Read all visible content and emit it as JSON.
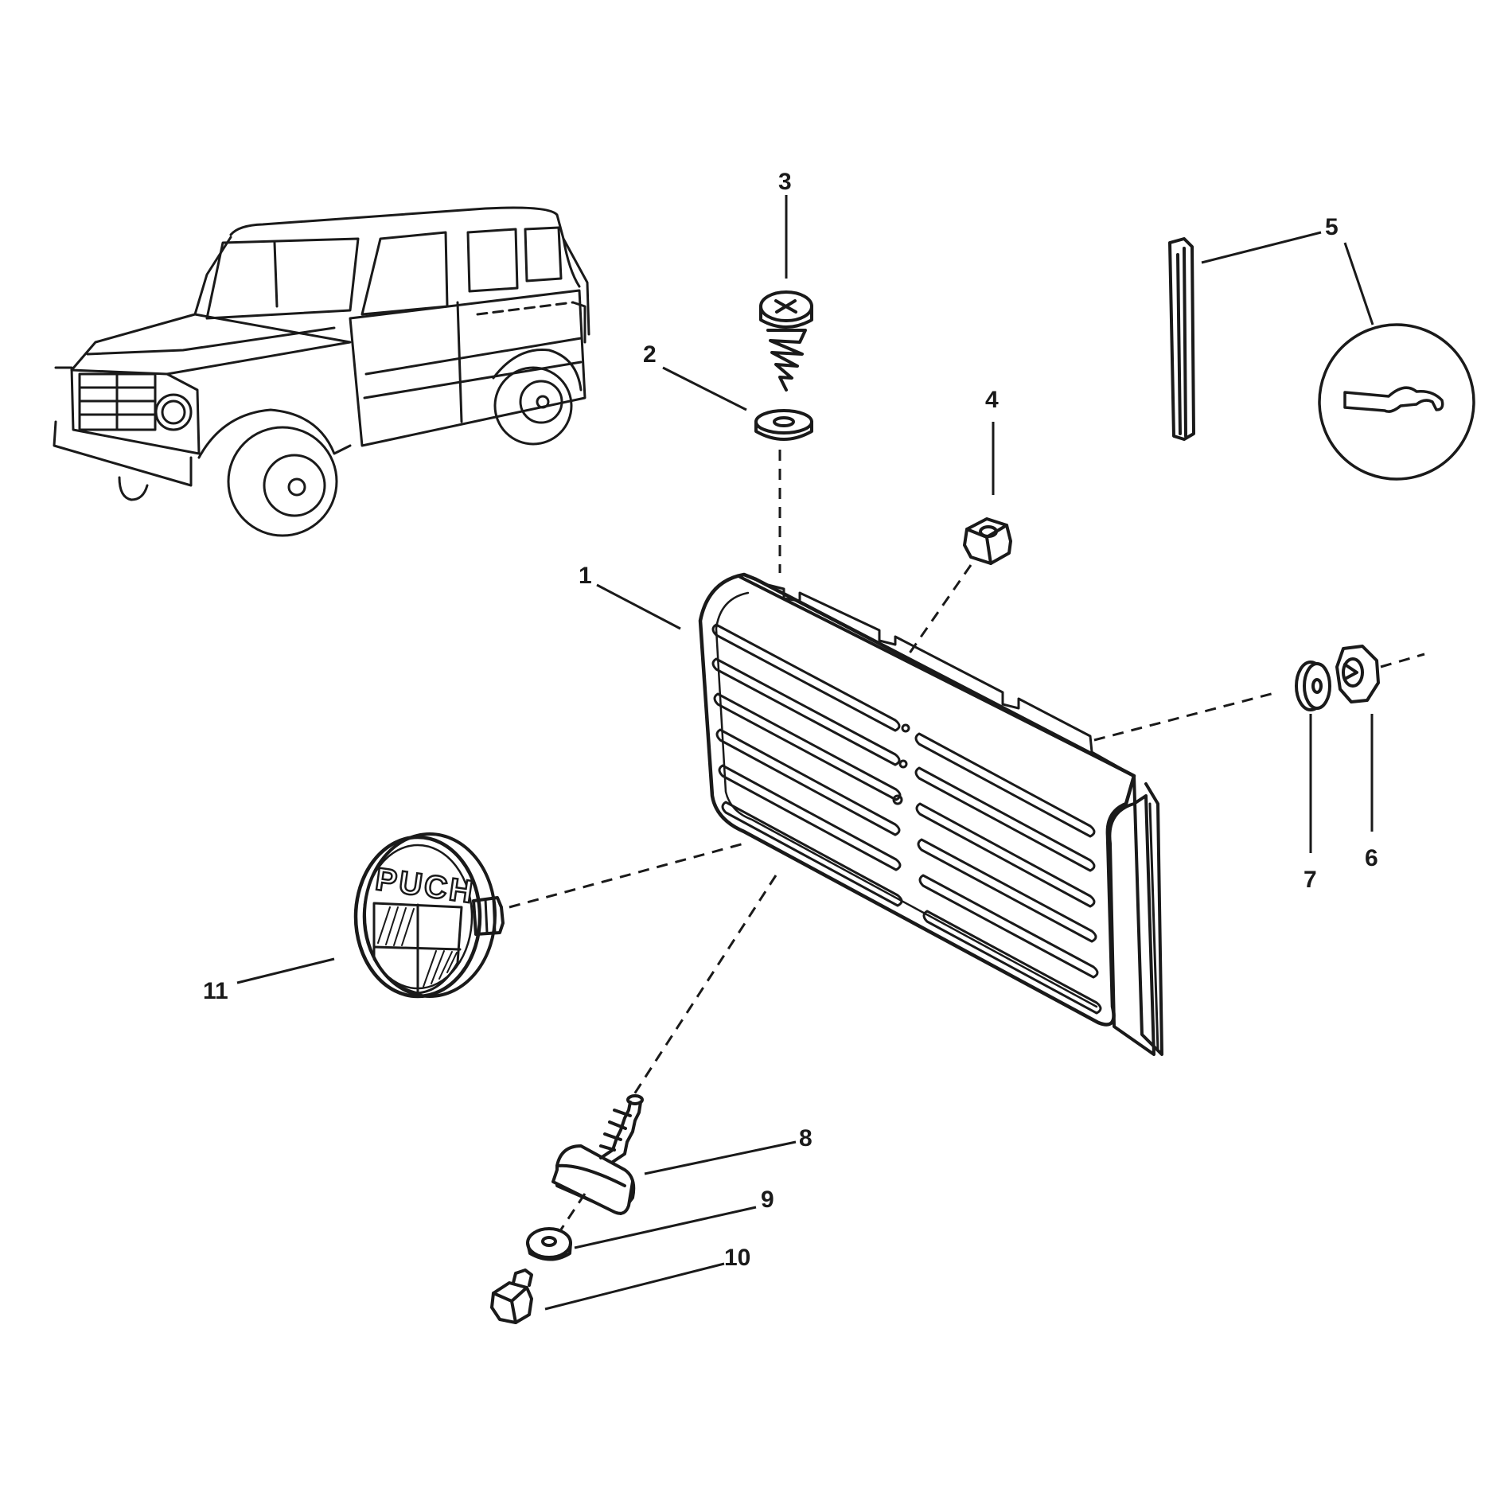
{
  "callouts": [
    {
      "id": "1",
      "label": "1"
    },
    {
      "id": "2",
      "label": "2"
    },
    {
      "id": "3",
      "label": "3"
    },
    {
      "id": "4",
      "label": "4"
    },
    {
      "id": "5",
      "label": "5"
    },
    {
      "id": "6",
      "label": "6"
    },
    {
      "id": "7",
      "label": "7"
    },
    {
      "id": "8",
      "label": "8"
    },
    {
      "id": "9",
      "label": "9"
    },
    {
      "id": "10",
      "label": "10"
    },
    {
      "id": "11",
      "label": "11"
    }
  ],
  "badge": {
    "text": "PUCH"
  },
  "colors": {
    "ink": "#1a1a1a",
    "background": "#ffffff"
  }
}
